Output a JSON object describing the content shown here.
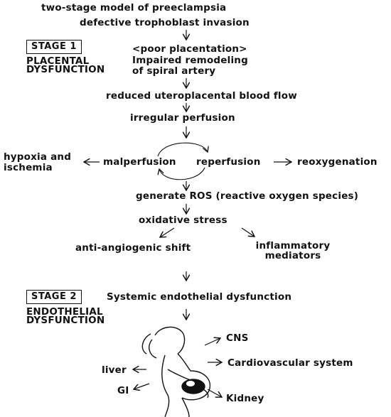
{
  "title": "two-stage model of preeclampsia",
  "stage1": {
    "box_label": "STAGE 1",
    "name_line1": "PLACENTAL",
    "name_line2": "DYSFUNCTION"
  },
  "stage2": {
    "box_label": "STAGE 2",
    "name_line1": "ENDOTHELIAL",
    "name_line2": "DYSFUNCTION"
  },
  "nodes": {
    "defective_invasion": "defective trophoblast invasion",
    "poor_placentation": "<poor placentation>",
    "impaired_line1": "Impaired remodeling",
    "impaired_line2": "of spiral artery",
    "reduced_flow": "reduced uteroplacental blood flow",
    "irregular_perfusion": "irregular perfusion",
    "malperfusion": "malperfusion",
    "reperfusion": "reperfusion",
    "hypoxia_line1": "hypoxia and",
    "hypoxia_line2": "ischemia",
    "reoxygenation": "reoxygenation",
    "generate_ros": "generate ROS (reactive oxygen species)",
    "oxidative_stress": "oxidative stress",
    "anti_angiogenic": "anti-angiogenic shift",
    "inflammatory_line1": "inflammatory",
    "inflammatory_line2": "mediators",
    "systemic_dysfunction": "Systemic endothelial dysfunction"
  },
  "organs": {
    "cns": "CNS",
    "cardiovascular": "Cardiovascular system",
    "liver": "liver",
    "gi": "GI",
    "kidney": "Kidney"
  },
  "figure_icon": "pregnant-woman-icon"
}
